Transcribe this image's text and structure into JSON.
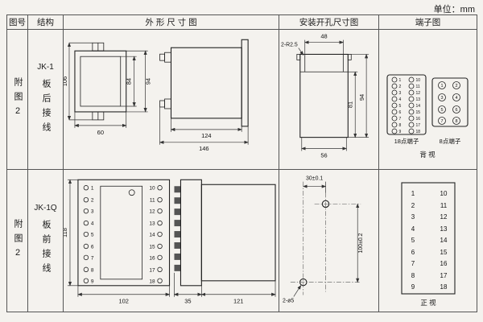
{
  "unit_label": "单位：mm",
  "headers": {
    "fig_no": "图号",
    "structure": "结构",
    "outline": "外 形 尺 寸 图",
    "install": "安装开孔尺寸图",
    "terminal": "端子图"
  },
  "row1": {
    "fig_no": "附图2",
    "model": "JK-1",
    "wiring": "板后接线",
    "front": {
      "dim_106": "106",
      "dim_84": "84",
      "dim_94": "94",
      "dim_60": "60"
    },
    "side": {
      "dim_124": "124",
      "dim_146": "146"
    },
    "install": {
      "note": "2-R2.5",
      "dim_48": "48",
      "dim_81": "81",
      "dim_94": "94",
      "dim_56": "56"
    },
    "terminal": {
      "label_18": "18点端子",
      "label_8": "8点端子",
      "view": "背 视",
      "pins18": [
        "1",
        "2",
        "3",
        "4",
        "5",
        "6",
        "7",
        "8",
        "9",
        "10",
        "11",
        "12",
        "13",
        "14",
        "15",
        "16",
        "17",
        "18"
      ],
      "pins8": [
        "1",
        "2",
        "3",
        "4",
        "5",
        "6",
        "7",
        "8"
      ]
    }
  },
  "row2": {
    "fig_no": "附图2",
    "model": "JK-1Q",
    "wiring": "板前接线",
    "front": {
      "dim_118": "118",
      "dim_102": "102",
      "left_pins": [
        "1",
        "2",
        "3",
        "4",
        "5",
        "6",
        "7",
        "8",
        "9"
      ],
      "right_pins": [
        "10",
        "11",
        "12",
        "13",
        "14",
        "15",
        "16",
        "17",
        "18"
      ]
    },
    "side": {
      "dim_35": "35",
      "dim_121": "121"
    },
    "install": {
      "dim_30": "30±0.1",
      "dim_100": "100±0.2",
      "note": "2-ø5"
    },
    "terminal": {
      "view": "正 视",
      "left": [
        "1",
        "2",
        "3",
        "4",
        "5",
        "6",
        "7",
        "8",
        "9"
      ],
      "right": [
        "10",
        "11",
        "12",
        "13",
        "14",
        "15",
        "16",
        "17",
        "18"
      ]
    }
  }
}
